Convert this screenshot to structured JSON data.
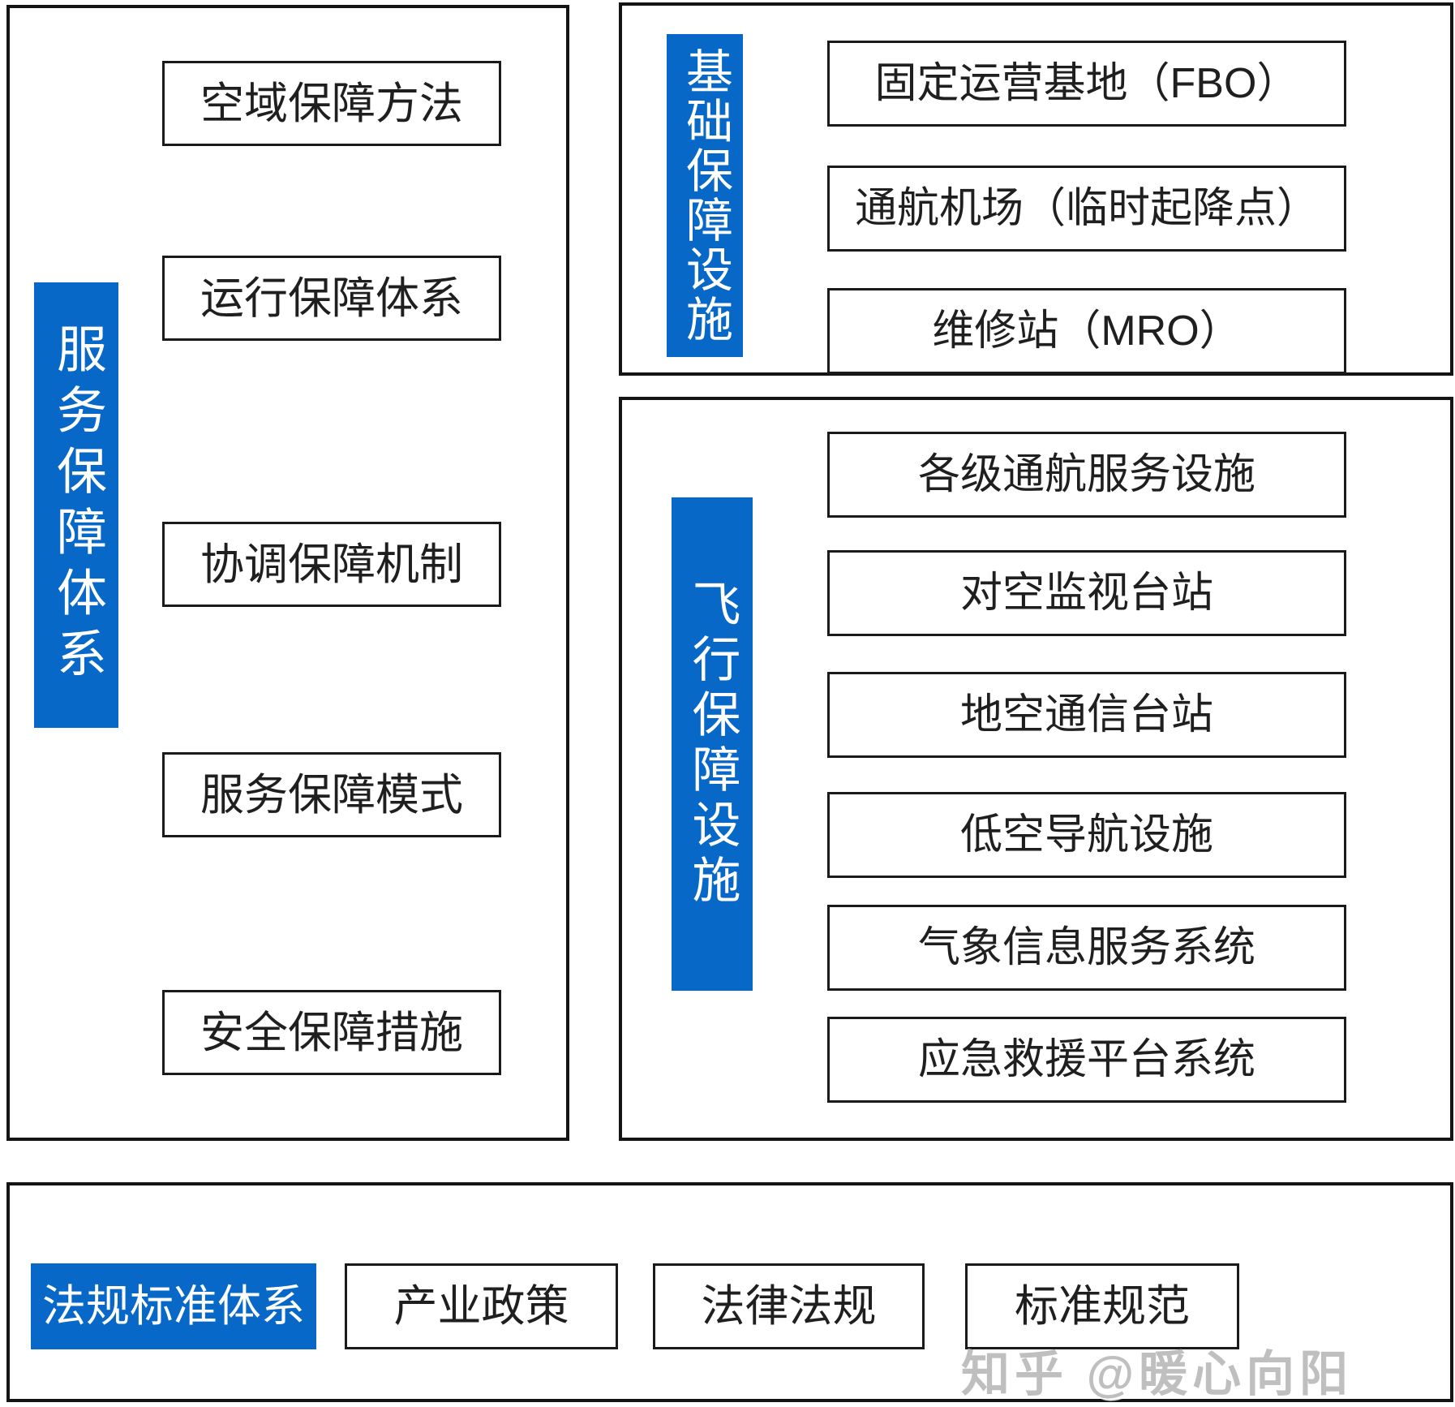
{
  "diagram": {
    "colors": {
      "accent": "#0768c8",
      "border": "#141414",
      "text": "#1f1f1f",
      "watermark_gray": "#c0bfbf"
    },
    "service_panel": {
      "label": "服务保障体系",
      "items": [
        "空域保障方法",
        "运行保障体系",
        "协调保障机制",
        "服务保障模式",
        "安全保障措施"
      ]
    },
    "base_panel": {
      "label": "基础保障设施",
      "items": [
        "固定运营基地（FBO）",
        "通航机场（临时起降点）",
        "维修站（MRO）"
      ]
    },
    "flight_panel": {
      "label": "飞行保障设施",
      "items": [
        "各级通航服务设施",
        "对空监视台站",
        "地空通信台站",
        "低空导航设施",
        "气象信息服务系统",
        "应急救援平台系统"
      ]
    },
    "regulation_panel": {
      "label": "法规标准体系",
      "items": [
        "产业政策",
        "法律法规",
        "标准规范"
      ]
    },
    "watermark": "知乎 @暖心向阳"
  }
}
